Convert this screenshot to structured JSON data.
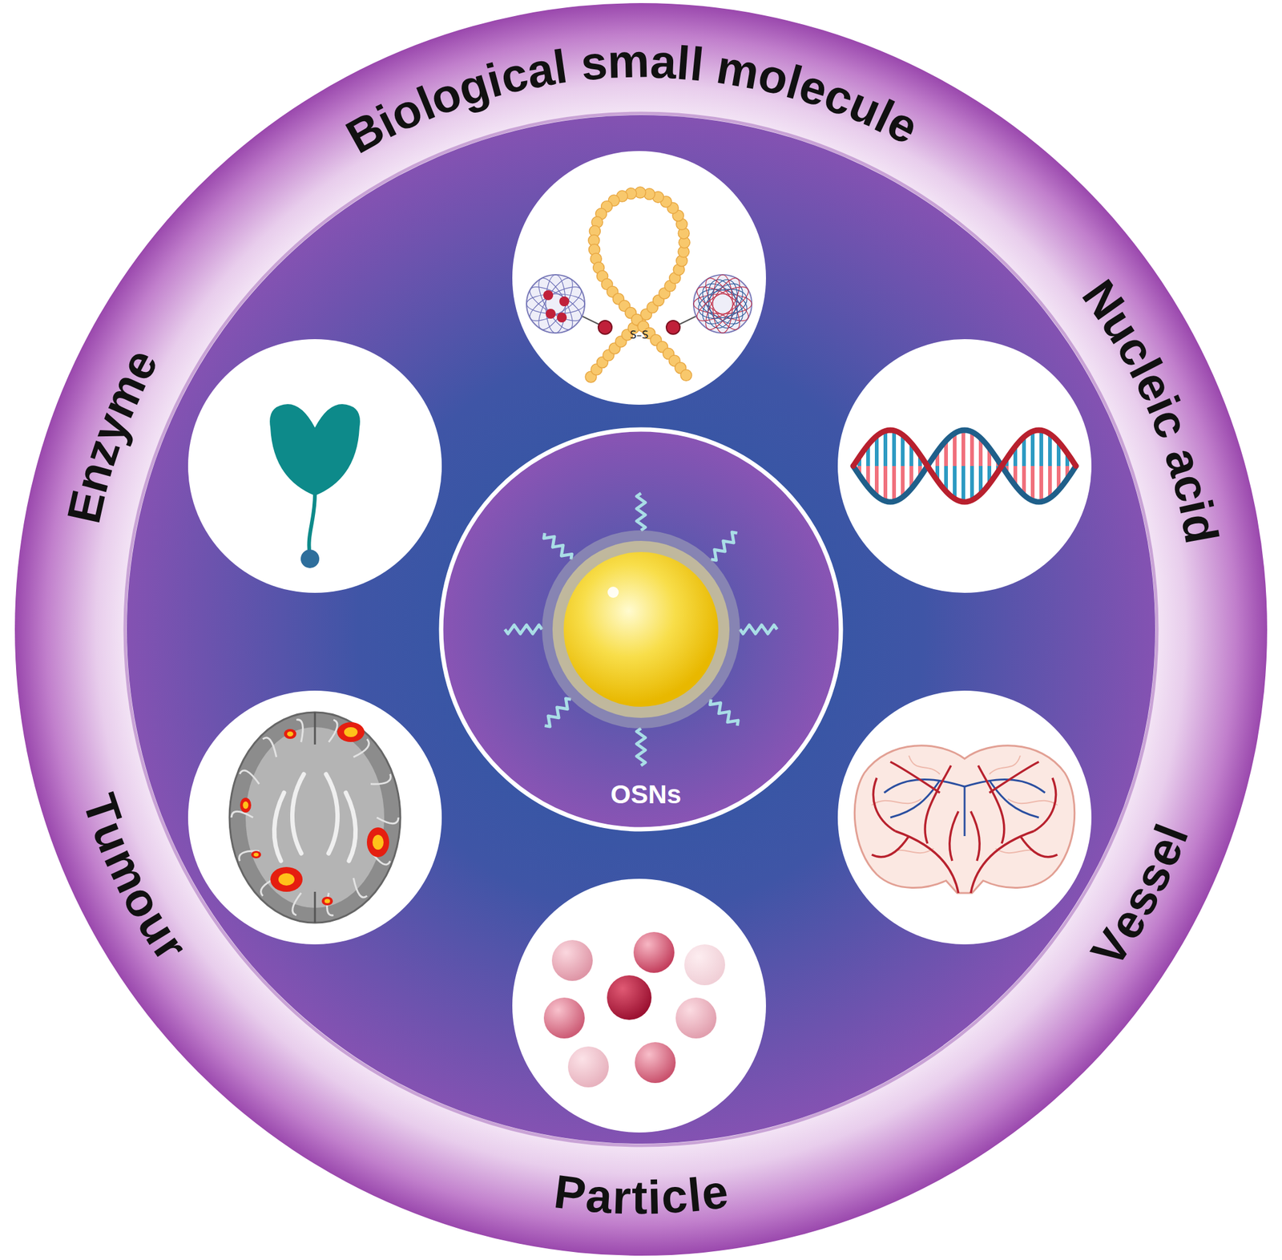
{
  "diagram": {
    "nodes": [
      {
        "text": [
          "Biological small molecule",
          "Nucleic acid",
          "Vessel",
          "Particle",
          "Tumour",
          "Enzyme"
        ]
      },
      {
        "text": [
          "OSNs"
        ],
        "in": 0
      }
    ],
    "labels": [
      "S–S"
    ]
  }
}
